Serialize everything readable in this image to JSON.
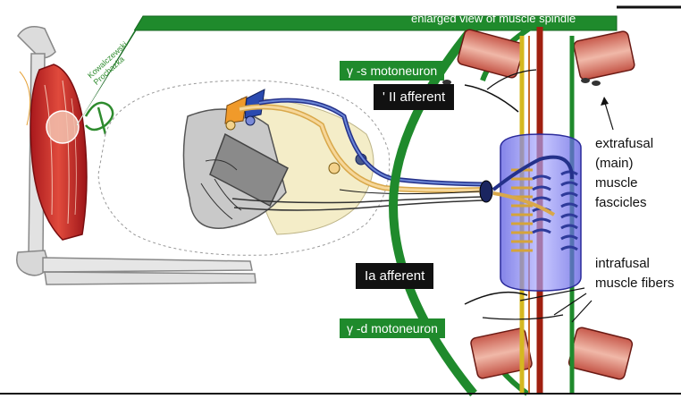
{
  "labels": {
    "banner": "enlarged view of muscle spindle",
    "gamma_s": "γ -s motoneuron",
    "ii_afferent": "' II afferent",
    "ia_afferent": "Ia afferent",
    "gamma_d": "γ -d motoneuron",
    "extrafusal": "extrafusal (main) muscle fascicles",
    "intrafusal": "intrafusal muscle fibers"
  },
  "signature": {
    "line1": "Kowalczewski",
    "line2": "Prochazka"
  }
}
